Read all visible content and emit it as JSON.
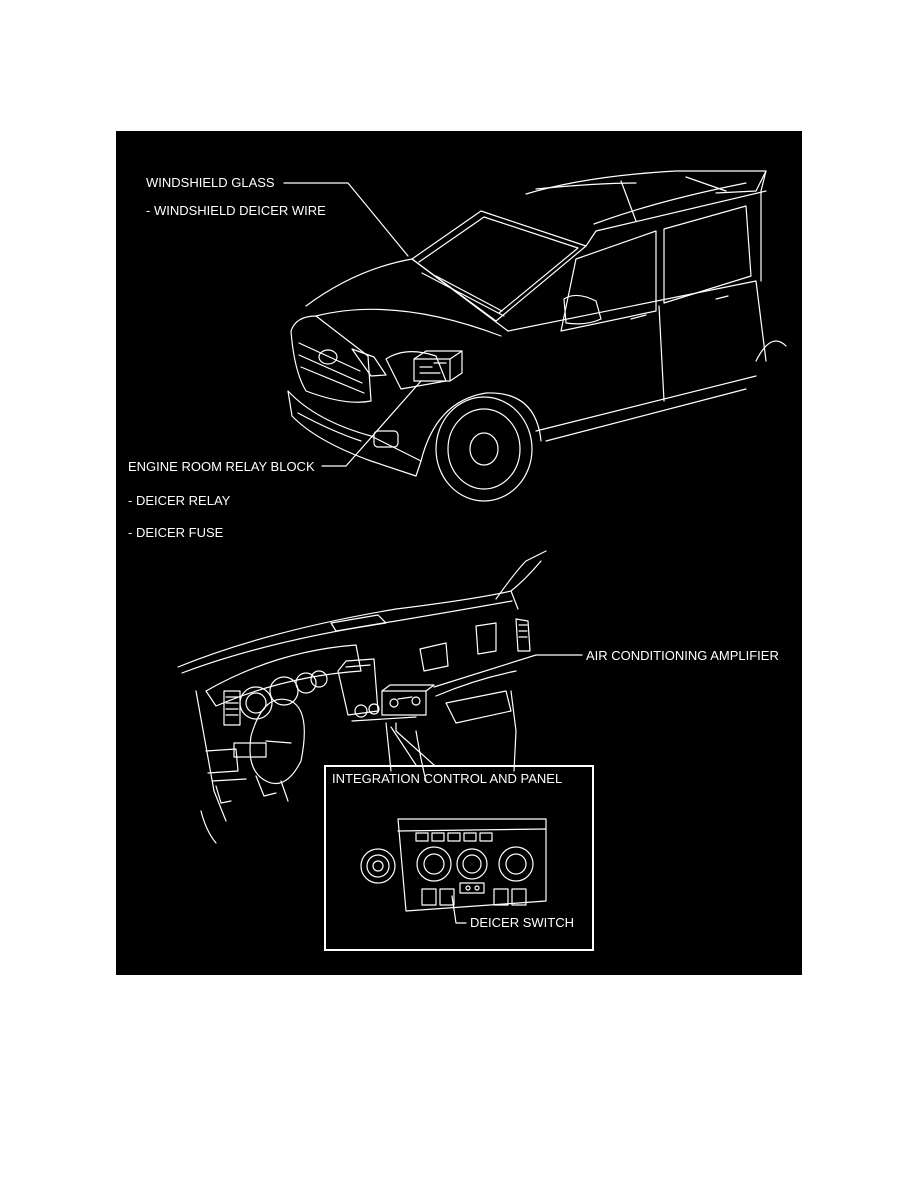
{
  "labels": {
    "windshield_glass": "WINDSHIELD GLASS",
    "windshield_deicer_wire": "- WINDSHIELD DEICER WIRE",
    "engine_room_relay_block": "ENGINE ROOM RELAY BLOCK",
    "deicer_relay": "- DEICER RELAY",
    "deicer_fuse": "- DEICER FUSE",
    "air_conditioning_amplifier": "AIR CONDITIONING AMPLIFIER",
    "integration_control_and_panel": "INTEGRATION CONTROL AND PANEL",
    "deicer_switch": "DEICER SWITCH"
  },
  "colors": {
    "background": "#000000",
    "line": "#ffffff",
    "page": "#ffffff"
  }
}
